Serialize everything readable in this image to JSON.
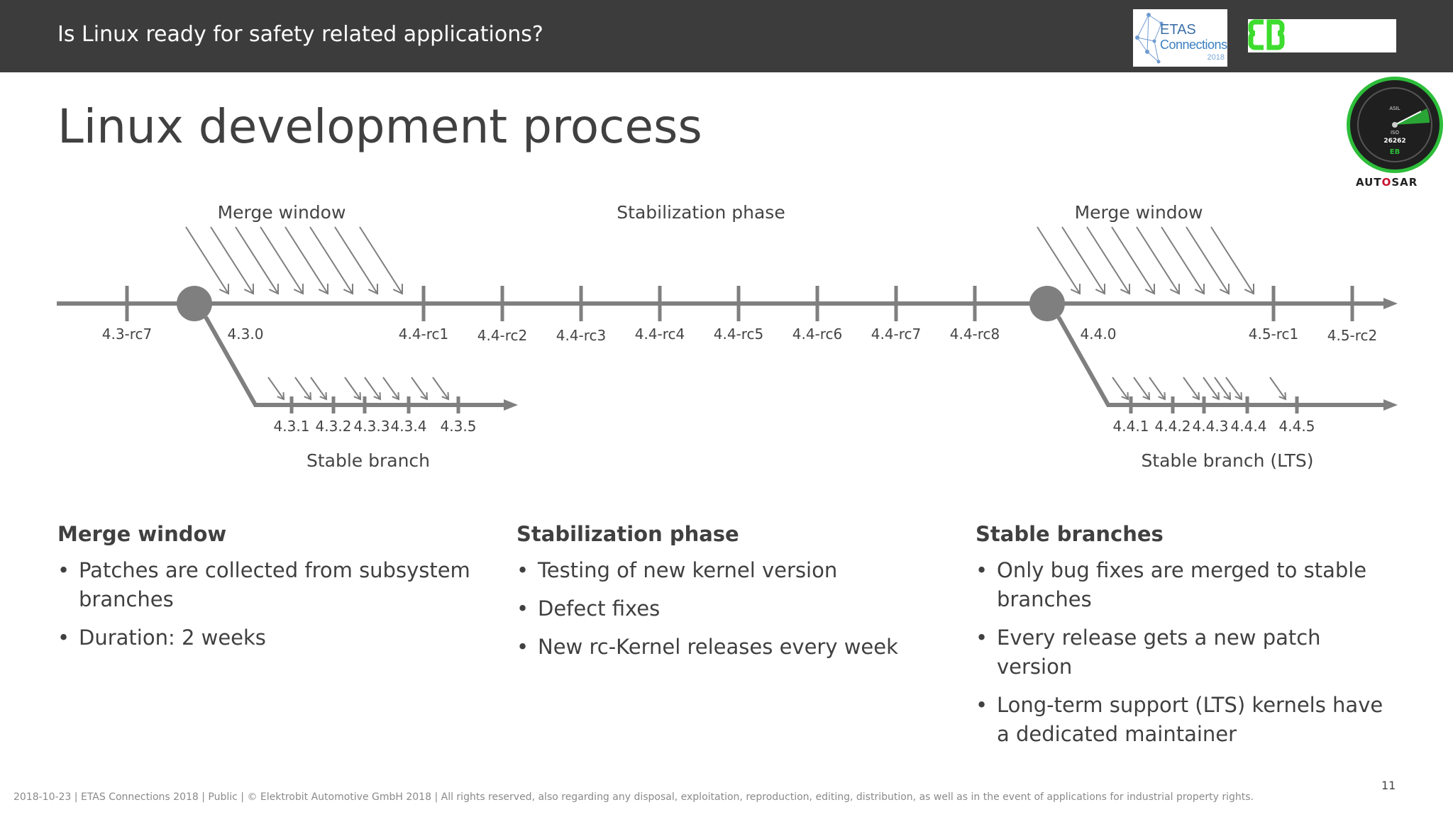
{
  "header": {
    "title": "Is Linux ready for safety related applications?"
  },
  "logos": {
    "etas": {
      "line1": "ETAS",
      "line2": "Connections",
      "line3": "2018"
    },
    "autosar": {
      "before": "AUT",
      "mid": "O",
      "after": "SAR"
    },
    "badge": {
      "line1": "ASIL",
      "line2": "ISO",
      "line3": "26262"
    }
  },
  "slide": {
    "title": "Linux development process"
  },
  "diagram": {
    "phase_labels": {
      "merge_left": "Merge window",
      "stabilization": "Stabilization phase",
      "merge_right": "Merge window"
    },
    "main_ticks": [
      "4.3-rc7",
      "4.3.0",
      "4.4-rc1",
      "4.4-rc2",
      "4.4-rc3",
      "4.4-rc4",
      "4.4-rc5",
      "4.4-rc6",
      "4.4-rc7",
      "4.4-rc8",
      "4.4.0",
      "4.5-rc1",
      "4.5-rc2"
    ],
    "stable_left": {
      "ticks": [
        "4.3.1",
        "4.3.2",
        "4.3.3",
        "4.3.4",
        "4.3.5"
      ],
      "label": "Stable branch"
    },
    "stable_right": {
      "ticks": [
        "4.4.1",
        "4.4.2",
        "4.4.3",
        "4.4.4",
        "4.4.5"
      ],
      "label": "Stable branch (LTS)"
    },
    "colors": {
      "line": "#7f7f7f",
      "text": "#444444"
    }
  },
  "columns": [
    {
      "heading": "Merge window",
      "bullets": [
        "Patches are collected from subsystem branches",
        "Duration: 2 weeks"
      ]
    },
    {
      "heading": "Stabilization phase",
      "bullets": [
        "Testing of new kernel version",
        "Defect fixes",
        "New rc-Kernel releases every week"
      ]
    },
    {
      "heading": "Stable branches",
      "bullets": [
        "Only bug fixes are merged to stable branches",
        "Every release gets a new patch version",
        "Long-term support (LTS) kernels have a dedicated maintainer"
      ]
    }
  ],
  "footer": {
    "text": "2018-10-23 | ETAS Connections 2018 | Public | © Elektrobit Automotive GmbH 2018 | All rights reserved, also regarding any disposal,  exploitation, reproduction, editing, distribution, as well as in the event of applications for industrial property rights."
  },
  "page_number": "11"
}
